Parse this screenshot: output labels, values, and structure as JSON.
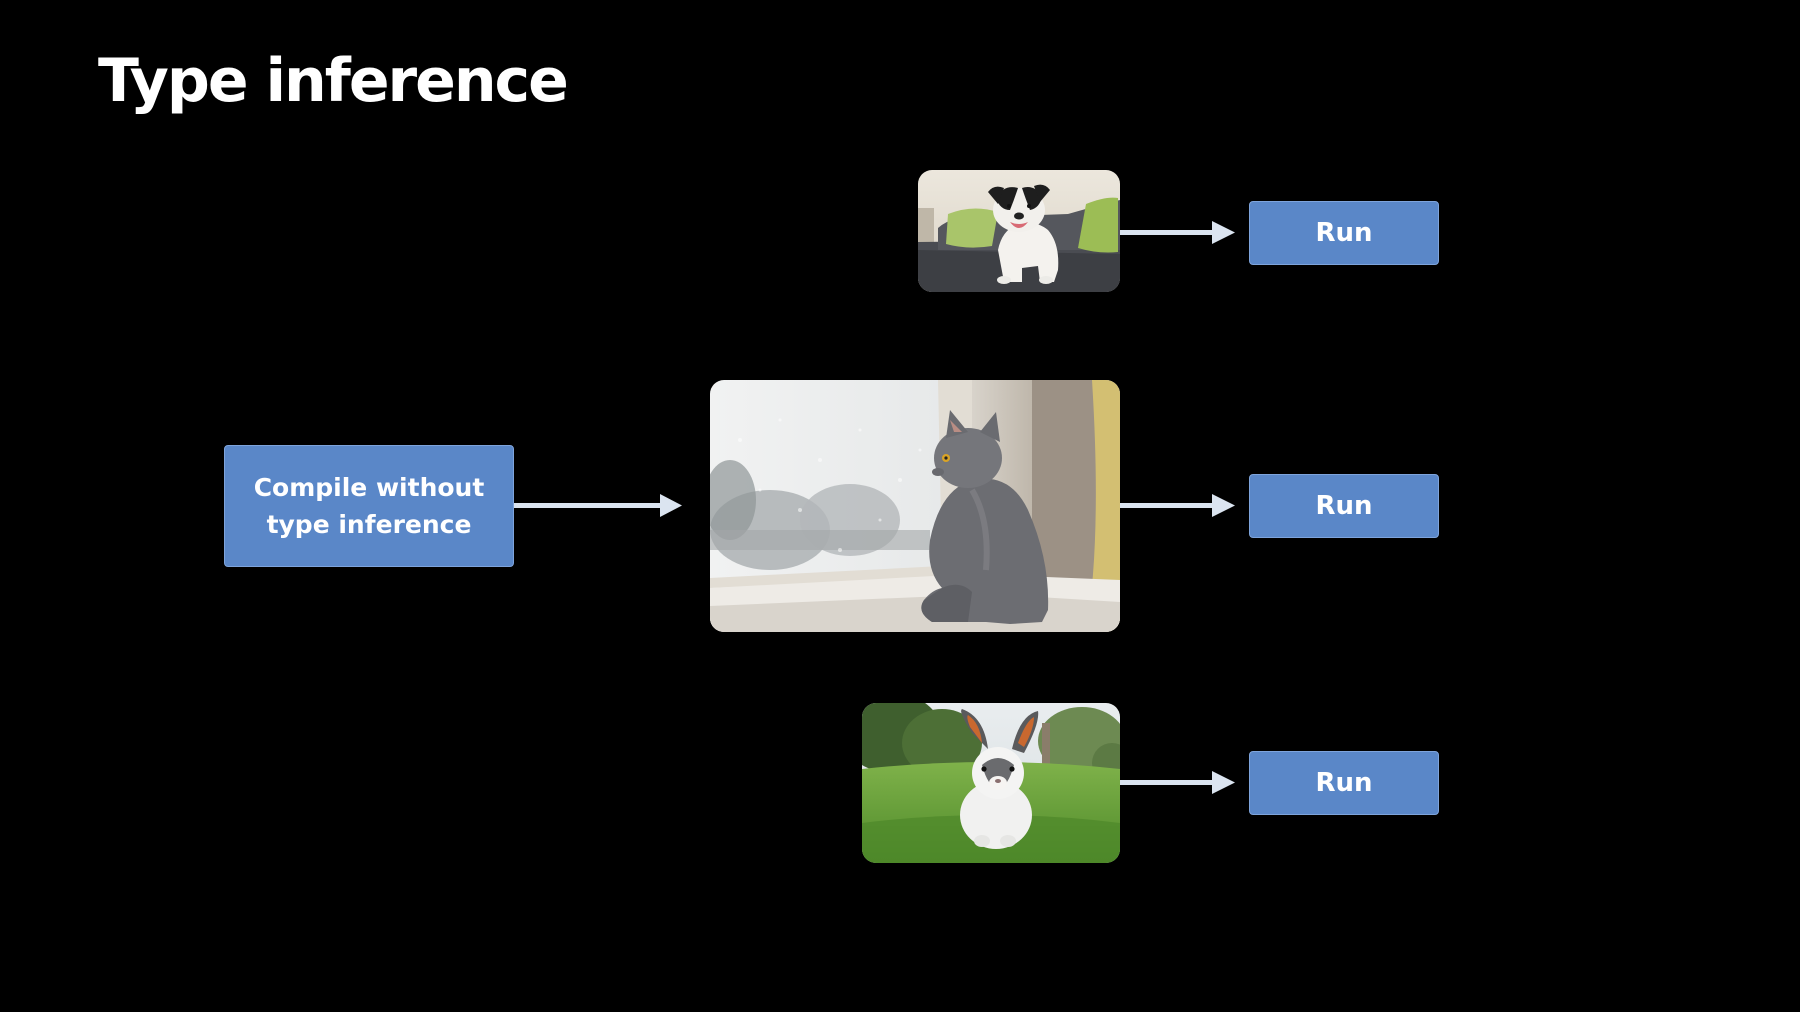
{
  "slide": {
    "title": "Type inference"
  },
  "compile_box": {
    "label_line1": "Compile without",
    "label_line2": "type inference"
  },
  "images": [
    {
      "subject": "dog-photo"
    },
    {
      "subject": "cat-photo"
    },
    {
      "subject": "rabbit-photo"
    }
  ],
  "run_boxes": [
    {
      "label": "Run"
    },
    {
      "label": "Run"
    },
    {
      "label": "Run"
    }
  ],
  "colors": {
    "background": "#000000",
    "box_fill": "#5a87c8",
    "box_border": "#7ea4dc",
    "arrow": "#dbe4f0",
    "text": "#ffffff"
  }
}
